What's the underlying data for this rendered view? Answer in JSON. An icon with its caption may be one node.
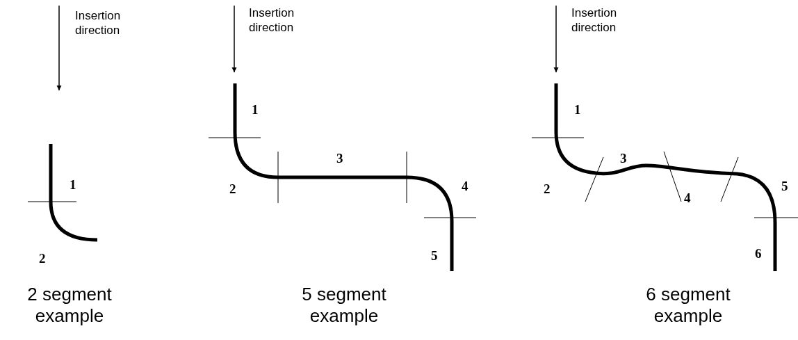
{
  "diagram": {
    "labels": [
      "Insertion direction",
      "1",
      "2",
      "2 segment example",
      "Insertion direction",
      "1",
      "2",
      "3",
      "4",
      "5",
      "5 segment example",
      "Insertion direction",
      "1",
      "2",
      "3",
      "4",
      "5",
      "6",
      "6 segment example"
    ]
  }
}
